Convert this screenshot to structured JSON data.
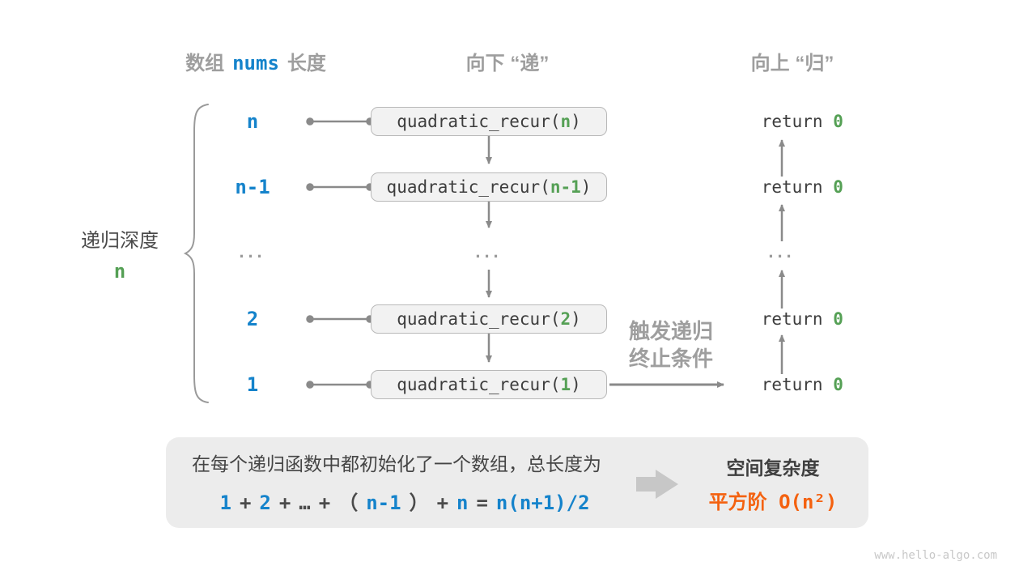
{
  "palette": {
    "blue": "#1583cb",
    "green": "#55a055",
    "orange": "#f4610f",
    "label_gray": "#9e9e9e",
    "arrow_gray": "#8a8a8a"
  },
  "headers": {
    "array_length": {
      "pre": "数组",
      "code": "nums",
      "post": "长度"
    },
    "recurse_down": "向下 “递”",
    "return_up": "向上 “归”"
  },
  "depth_label": {
    "text": "递归深度",
    "value": "n"
  },
  "ellipsis": "...",
  "rows": [
    {
      "depth": "n",
      "call_prefix": "quadratic_recur(",
      "call_arg": "n",
      "call_suffix": ")",
      "ret_prefix": "return ",
      "ret_value": "0"
    },
    {
      "depth": "n-1",
      "call_prefix": "quadratic_recur(",
      "call_arg": "n-1",
      "call_suffix": ")",
      "ret_prefix": "return ",
      "ret_value": "0"
    },
    {
      "depth": "2",
      "call_prefix": "quadratic_recur(",
      "call_arg": "2",
      "call_suffix": ")",
      "ret_prefix": "return ",
      "ret_value": "0"
    },
    {
      "depth": "1",
      "call_prefix": "quadratic_recur(",
      "call_arg": "1",
      "call_suffix": ")",
      "ret_prefix": "return ",
      "ret_value": "0"
    }
  ],
  "trigger_label": {
    "line1": "触发递归",
    "line2": "终止条件"
  },
  "summary_box": {
    "line1": "在每个递归函数中都初始化了一个数组，总长度为",
    "formula_tokens": [
      {
        "t": "1",
        "emph": true
      },
      {
        "t": "+",
        "emph": false
      },
      {
        "t": "2",
        "emph": true
      },
      {
        "t": "+",
        "emph": false
      },
      {
        "t": "…",
        "emph": false
      },
      {
        "t": "+",
        "emph": false
      },
      {
        "t": "（",
        "emph": false
      },
      {
        "t": "n-1",
        "emph": true
      },
      {
        "t": "）",
        "emph": false
      },
      {
        "t": "+",
        "emph": false
      },
      {
        "t": "n",
        "emph": true
      },
      {
        "t": "=",
        "emph": false
      },
      {
        "t": "n(n+1)/2",
        "emph": true
      }
    ],
    "result_title": "空间复杂度",
    "result_value": "平方阶 O(n²)"
  },
  "watermark": "www.hello-algo.com"
}
